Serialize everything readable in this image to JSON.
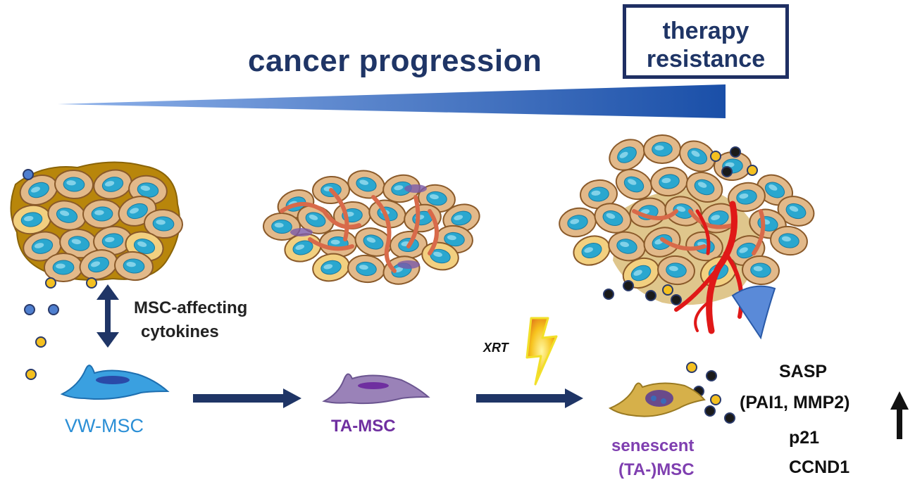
{
  "header": {
    "progression_label": "cancer progression",
    "therapy_label_line1": "therapy",
    "therapy_label_line2": "resistance"
  },
  "cytokines": {
    "line1": "MSC-affecting",
    "line2": "cytokines"
  },
  "cells": {
    "vw_msc": "VW-MSC",
    "ta_msc": "TA-MSC",
    "senescent_line1": "senescent",
    "senescent_line2": "(TA-)MSC"
  },
  "treatment": {
    "xrt": "XRT"
  },
  "markers": {
    "sasp": "SASP",
    "sasp_genes": "(PAI1, MMP2)",
    "p21": "p21",
    "ccnd1": "CCND1"
  },
  "colors": {
    "navy": "#1f3566",
    "wedge_light": "#6f9be0",
    "wedge_dark": "#1a4fa8",
    "cell_tan": "#e0b888",
    "nucleus_cyan": "#2aa7cf",
    "vw_msc": "#3aa0e0",
    "ta_msc": "#9a82b8",
    "senescent_msc": "#d6b04a",
    "vessel": "#d86a4a",
    "red_vessel": "#e01818"
  }
}
